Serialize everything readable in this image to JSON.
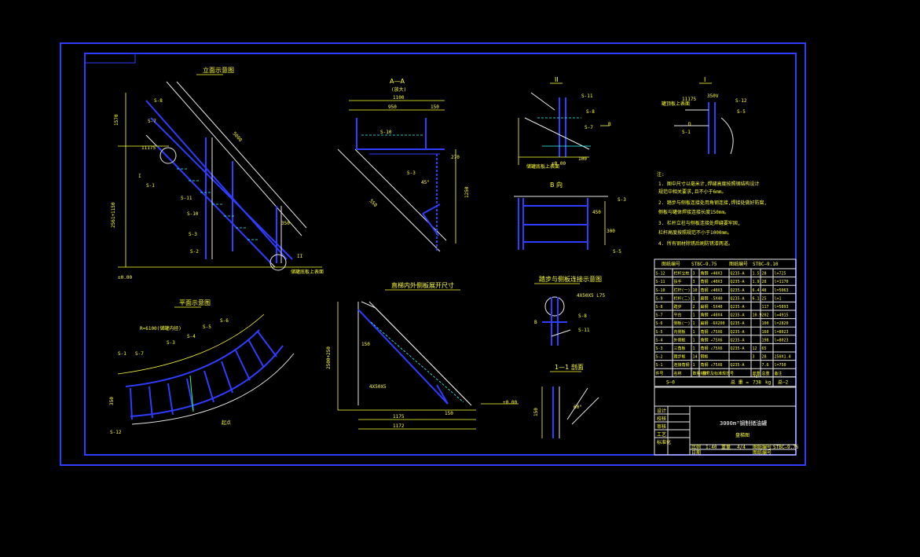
{
  "sections": {
    "elevation_title": "立面示意图",
    "aa_title": "A—A",
    "aa_sub": "(放大)",
    "detail2_title": "II",
    "detail1_title": "I",
    "bview_title": "B 向",
    "plan_title": "平面示意图",
    "stringer_title": "直梯内外侧板展开尺寸",
    "tread_title": "踏步与侧板连接示意图",
    "cut_title": "1—1 剖面"
  },
  "notes": {
    "title": "注:",
    "lines": [
      "1. 图中尺寸以毫米计,焊缝高度按照钢结构设计",
      "   规范中相关要求,且不小于6mm。",
      "2. 踏步与侧板连接处用角钢连接,焊接处做好防腐,",
      "   侧板与罐体焊接连接长度150mm。",
      "3. 栏杆立柱与侧板连接处焊缝要牢固,",
      "   栏杆高度按照规范不小于1000mm。",
      "4. 所有钢材除锈后刷防锈漆两道。"
    ]
  },
  "drawing_no_row": {
    "left_label": "图纸编号",
    "left_value": "STBC—9.75",
    "right_label": "图纸编号",
    "right_value": "STBC—9.10"
  },
  "bom": {
    "rows": [
      [
        "S-12",
        "栏杆立柱",
        "3",
        "角钢 ∠40X3",
        "Q235-A",
        "1.5",
        "28",
        "l=725"
      ],
      [
        "S-11",
        "扶手",
        "3",
        "角钢 ∠40X3",
        "Q235-A",
        "1.9",
        "28",
        "l=1170"
      ],
      [
        "S-10",
        "栏杆(一)",
        "10",
        "角钢 ∠40X3",
        "Q235-A",
        "6.4",
        "48",
        "l=5063"
      ],
      [
        "S-9",
        "栏杆(二)",
        "1",
        "扁钢 -5X40",
        "Q235-A",
        "6.1",
        "25",
        "l=1"
      ],
      [
        "S-8",
        "踏步",
        "2",
        "扁钢 -5X40",
        "Q235-A",
        "",
        "117",
        "l=5893"
      ],
      [
        "S-7",
        "平台",
        "1",
        "角钢 ∠40X4",
        "Q235-A",
        "10.9",
        "202",
        "l=4915"
      ],
      [
        "S-6",
        "侧板(一)",
        "1",
        "扁钢 -6X200",
        "Q235-A",
        "",
        "100",
        "l=2820"
      ],
      [
        "S-5",
        "内侧板",
        "1",
        "角钢 ∠75X6",
        "Q235-A",
        "",
        "160",
        "l=8023"
      ],
      [
        "S-4",
        "外侧板",
        "1",
        "角钢 ∠75X6",
        "Q235-A",
        "",
        "198",
        "l=8023"
      ],
      [
        "S-3",
        "三角板",
        "1",
        "角钢 ∠75X6",
        "Q235-A",
        "12",
        "65",
        ""
      ],
      [
        "S-2",
        "踏步板",
        "14",
        "钢板",
        "",
        "3",
        "28",
        "250X1.4"
      ],
      [
        "S-1",
        "连接角钢",
        "1",
        "角钢 ∠75X6",
        "Q235-A",
        "",
        "7.6",
        "l=750"
      ]
    ],
    "header": [
      "件号",
      "名称",
      "数量",
      "材料",
      "",
      "单重",
      "总重",
      "备注"
    ],
    "header_weight_unit": "(kg)",
    "header_drawing": "图号及标准规范号",
    "total_left": "S—0",
    "total_mid": "总 重 =",
    "total_value": "738",
    "total_unit": "kg",
    "sheet_mark": "总—2"
  },
  "title_block": {
    "roles": [
      "设计",
      "校核",
      "审核",
      "工艺",
      "标准化"
    ],
    "project_title": "3000m³钢制储油罐",
    "drawing_title": "盘梯图",
    "bottom": [
      "比例",
      "1:40",
      "重量",
      "4/4",
      "图纸编号",
      "STBC—9.75"
    ],
    "bottom2": [
      "日期",
      "",
      "",
      "",
      "图纸编号",
      ""
    ]
  },
  "dims": {
    "elev_h": "2561+1150",
    "elev_top": "1570",
    "elev_side": "5000",
    "aa_w": "1100",
    "aa_a": "950",
    "aa_b": "150",
    "aa_c": "1250",
    "aa_angle": "45°",
    "plan_r": "R=6100(储罐内径)",
    "plan_w": "350",
    "stringer_h": "2500+250",
    "stringer_l1": "1175",
    "stringer_l2": "1172",
    "stringer_a": "150",
    "bview_1": "450",
    "bview_2": "300",
    "cut_h": "150",
    "cut_a": "60°"
  },
  "labels": {
    "level1": "储罐底板上表面",
    "level2": "罐顶板上表面",
    "tread_label": "4X50X5",
    "d1_label": "±0.00"
  }
}
